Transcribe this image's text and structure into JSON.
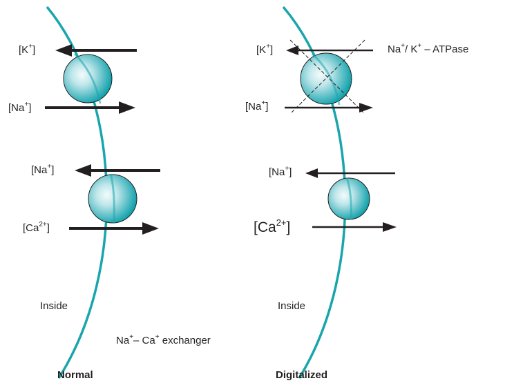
{
  "colors": {
    "membrane": "#1aa5ad",
    "pump_light": "#e9f7f8",
    "pump_dark": "#12a2ac",
    "arrow": "#231f20",
    "text": "#231f20"
  },
  "panels": {
    "normal": {
      "caption": "Normal",
      "inside_label": "Inside",
      "pump": {
        "k": {
          "base": "[K",
          "sup": "+",
          "close": "]"
        },
        "na": {
          "base": "[Na",
          "sup": "+",
          "close": "]"
        }
      },
      "exchanger": {
        "na": {
          "base": "[Na",
          "sup": "+",
          "close": "]"
        },
        "ca": {
          "base": "[Ca",
          "sup": "2+",
          "close": "]"
        }
      }
    },
    "digitalized": {
      "caption": "Digitalized",
      "inside_label": "Inside",
      "pump": {
        "k": {
          "base": "[K",
          "sup": "+",
          "close": "]"
        },
        "na": {
          "base": "[Na",
          "sup": "+",
          "close": "]"
        }
      },
      "exchanger": {
        "na": {
          "base": "[Na",
          "sup": "+",
          "close": "]"
        },
        "ca": {
          "base": "[Ca",
          "sup": "2+",
          "close": "]"
        }
      }
    }
  },
  "legend": {
    "pump_name": {
      "na": "Na",
      "na_sup": "+",
      "sep": "/ K",
      "k_sup": "+",
      "rest": " – ATPase"
    },
    "exchanger_name": {
      "na": "Na",
      "na_sup": "+",
      "mid": "– Ca",
      "ca_sup": "+",
      "rest": " exchanger"
    }
  }
}
